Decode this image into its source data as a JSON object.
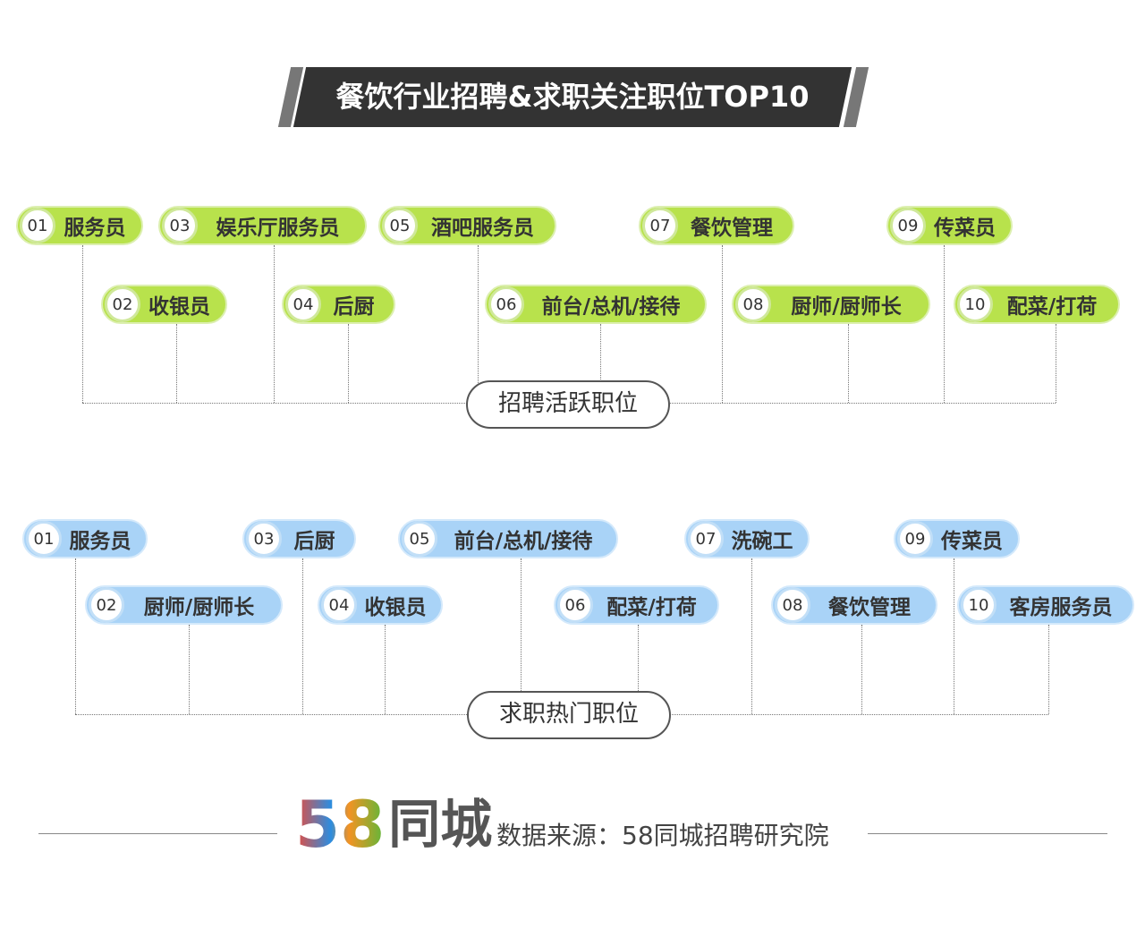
{
  "title": "餐饮行业招聘&求职关注职位TOP10",
  "sections": [
    {
      "label": "招聘活跃职位",
      "color": "#b8e24c",
      "items": [
        {
          "num": "01",
          "name": "服务员"
        },
        {
          "num": "02",
          "name": "收银员"
        },
        {
          "num": "03",
          "name": "娱乐厅服务员"
        },
        {
          "num": "04",
          "name": "后厨"
        },
        {
          "num": "05",
          "name": "酒吧服务员"
        },
        {
          "num": "06",
          "name": "前台/总机/接待"
        },
        {
          "num": "07",
          "name": "餐饮管理"
        },
        {
          "num": "08",
          "name": "厨师/厨师长"
        },
        {
          "num": "09",
          "name": "传菜员"
        },
        {
          "num": "10",
          "name": "配菜/打荷"
        }
      ]
    },
    {
      "label": "求职热门职位",
      "color": "#a9d3f7",
      "items": [
        {
          "num": "01",
          "name": "服务员"
        },
        {
          "num": "02",
          "name": "厨师/厨师长"
        },
        {
          "num": "03",
          "name": "后厨"
        },
        {
          "num": "04",
          "name": "收银员"
        },
        {
          "num": "05",
          "name": "前台/总机/接待"
        },
        {
          "num": "06",
          "name": "配菜/打荷"
        },
        {
          "num": "07",
          "name": "洗碗工"
        },
        {
          "num": "08",
          "name": "餐饮管理"
        },
        {
          "num": "09",
          "name": "传菜员"
        },
        {
          "num": "10",
          "name": "客房服务员"
        }
      ]
    }
  ],
  "footer": {
    "logo_digits": "58",
    "logo_text": "同城",
    "source": "数据来源：58同城招聘研究院"
  }
}
